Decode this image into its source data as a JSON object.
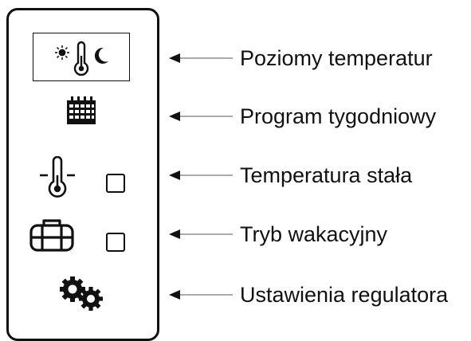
{
  "menu": {
    "items": [
      {
        "icon": "sun-thermometer-moon-icon",
        "label": "Poziomy temperatur",
        "selected": true
      },
      {
        "icon": "weekly-calendar-icon",
        "label": "Program tygodniowy"
      },
      {
        "icon": "thermometer-icon",
        "label": "Temperatura stała",
        "checkbox": false
      },
      {
        "icon": "suitcase-icon",
        "label": "Tryb wakacyjny",
        "checkbox": false
      },
      {
        "icon": "gears-icon",
        "label": "Ustawienia regulatora"
      }
    ]
  }
}
